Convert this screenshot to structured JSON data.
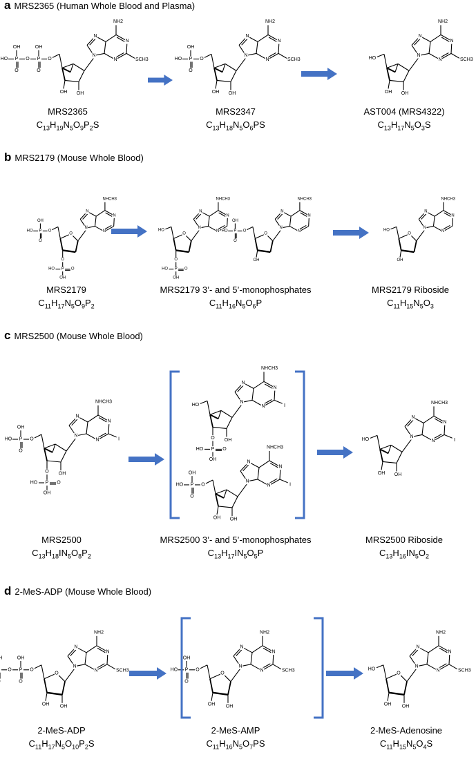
{
  "panels": [
    {
      "letter": "a",
      "title": "MRS2365 (Human Whole Blood and Plasma)",
      "compounds": [
        {
          "name": "MRS2365",
          "formula": [
            [
              "C",
              "13"
            ],
            [
              "H",
              "19"
            ],
            [
              "N",
              "5"
            ],
            [
              "O",
              "9"
            ],
            [
              "P",
              "2"
            ],
            [
              "S",
              ""
            ]
          ]
        },
        {
          "name": "MRS2347",
          "formula": [
            [
              "C",
              "13"
            ],
            [
              "H",
              "18"
            ],
            [
              "N",
              "5"
            ],
            [
              "O",
              "6"
            ],
            [
              "P",
              ""
            ],
            [
              "S",
              ""
            ]
          ]
        },
        {
          "name": "AST004 (MRS4322)",
          "formula": [
            [
              "C",
              "13"
            ],
            [
              "H",
              "17"
            ],
            [
              "N",
              "5"
            ],
            [
              "O",
              "3"
            ],
            [
              "S",
              ""
            ]
          ]
        }
      ]
    },
    {
      "letter": "b",
      "title": "MRS2179 (Mouse Whole Blood)",
      "compounds": [
        {
          "name": "MRS2179",
          "formula": [
            [
              "C",
              "11"
            ],
            [
              "H",
              "17"
            ],
            [
              "N",
              "5"
            ],
            [
              "O",
              "9"
            ],
            [
              "P",
              "2"
            ]
          ]
        },
        {
          "name": "MRS2179 3’- and 5’-monophosphates",
          "formula": [
            [
              "C",
              "11"
            ],
            [
              "H",
              "16"
            ],
            [
              "N",
              "5"
            ],
            [
              "O",
              "6"
            ],
            [
              "P",
              ""
            ]
          ]
        },
        {
          "name": "MRS2179 Riboside",
          "formula": [
            [
              "C",
              "11"
            ],
            [
              "H",
              "15"
            ],
            [
              "N",
              "5"
            ],
            [
              "O",
              "3"
            ]
          ]
        }
      ]
    },
    {
      "letter": "c",
      "title": "MRS2500 (Mouse Whole Blood)",
      "compounds": [
        {
          "name": "MRS2500",
          "formula": [
            [
              "C",
              "13"
            ],
            [
              "H",
              "18"
            ],
            [
              "IN",
              "5"
            ],
            [
              "O",
              "8"
            ],
            [
              "P",
              "2"
            ]
          ]
        },
        {
          "name": "MRS2500 3’- and 5’-monophosphates",
          "formula": [
            [
              "C",
              "13"
            ],
            [
              "H",
              "17"
            ],
            [
              "IN",
              "5"
            ],
            [
              "O",
              "5"
            ],
            [
              "P",
              ""
            ]
          ]
        },
        {
          "name": "MRS2500 Riboside",
          "formula": [
            [
              "C",
              "13"
            ],
            [
              "H",
              "16"
            ],
            [
              "IN",
              "5"
            ],
            [
              "O",
              "2"
            ]
          ]
        }
      ]
    },
    {
      "letter": "d",
      "title": "2-MeS-ADP (Mouse Whole Blood)",
      "compounds": [
        {
          "name": "2-MeS-ADP",
          "formula": [
            [
              "C",
              "11"
            ],
            [
              "H",
              "17"
            ],
            [
              "N",
              "5"
            ],
            [
              "O",
              "10"
            ],
            [
              "P",
              "2"
            ],
            [
              "S",
              ""
            ]
          ]
        },
        {
          "name": "2-MeS-AMP",
          "formula": [
            [
              "C",
              "11"
            ],
            [
              "H",
              "16"
            ],
            [
              "N",
              "5"
            ],
            [
              "O",
              "7"
            ],
            [
              "P",
              ""
            ],
            [
              "S",
              ""
            ]
          ]
        },
        {
          "name": "2-MeS-Adenosine",
          "formula": [
            [
              "C",
              "11"
            ],
            [
              "H",
              "15"
            ],
            [
              "N",
              "5"
            ],
            [
              "O",
              "4"
            ],
            [
              "S",
              ""
            ]
          ]
        }
      ]
    }
  ],
  "atoms": {
    "nh2": "NH2",
    "nhch3": "NHCH3",
    "sch3": "SCH3",
    "n": "N",
    "i": "I",
    "ho": "HO",
    "oh": "OH",
    "o": "O",
    "p": "P"
  },
  "colors": {
    "arrow": "#4472c4",
    "bracket": "#4472c4"
  }
}
